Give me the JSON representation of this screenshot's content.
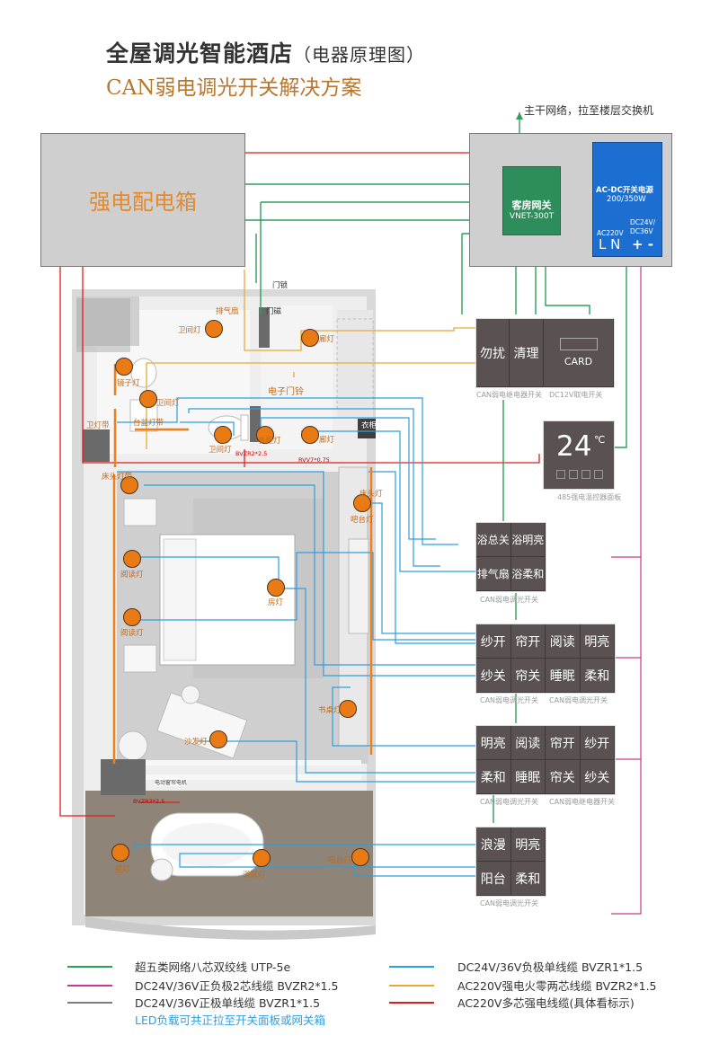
{
  "title": {
    "main": "全屋调光智能酒店",
    "sub": "（电器原理图）",
    "line2": "CAN弱电调光开关解决方案"
  },
  "backbone_label": "主干网络，拉至楼层交换机",
  "power_box": {
    "label": "强电配电箱"
  },
  "gateway": {
    "name": "客房网关",
    "model": "VNET-300T"
  },
  "psu": {
    "title": "AC-DC开关电源",
    "watt": "200/350W",
    "out": "DC24V/ DC36V",
    "in": "AC220V",
    "ln": "L N",
    "pm": "+ -"
  },
  "colors": {
    "utp": "#2e9e5b",
    "dc_neg": "#2f9ee0",
    "dc_pos2": "#c53a8e",
    "ac220": "#e8a838",
    "dc_pos1": "#7d7d7d",
    "ac_multi": "#e21c1c",
    "panel": "#5a5252",
    "bulb": "#ea7a14"
  },
  "panels": {
    "door": {
      "buttons": [
        "勿扰",
        "清理",
        "CARD"
      ],
      "caption1": "CAN弱电继电器开关",
      "caption2": "DC12V取电开关"
    },
    "thermostat": {
      "temp": "24",
      "unit": "℃",
      "caption": "485强电温控器面板"
    },
    "bath": {
      "buttons": [
        "浴总关",
        "浴明亮",
        "排气扇",
        "浴柔和"
      ],
      "caption": "CAN弱电调光开关"
    },
    "bed_left": {
      "buttons": [
        "纱开",
        "帘开",
        "阅读",
        "明亮",
        "纱关",
        "帘关",
        "睡眠",
        "柔和"
      ],
      "caption1": "CAN弱电调光开关",
      "caption2": "CAN弱电调光开关"
    },
    "bed_right": {
      "buttons": [
        "明亮",
        "阅读",
        "帘开",
        "纱开",
        "柔和",
        "睡眠",
        "帘关",
        "纱关"
      ],
      "caption1": "CAN弱电调光开关",
      "caption2": "CAN弱电继电器开关"
    },
    "balcony": {
      "buttons": [
        "浪漫",
        "明亮",
        "阳台",
        "柔和"
      ],
      "caption": "CAN弱电调光开关"
    }
  },
  "plan_labels": {
    "exhaust": "排气扇",
    "door_lock": "门锁",
    "door_mag": "门磁",
    "doorbell": "电子门铃",
    "toilet_light_top": "卫间灯",
    "mirror_light": "镜子灯",
    "toilet_light_mid": "卫间灯",
    "basin_strip": "台盆灯带",
    "toilet_light_low": "卫间灯",
    "toilet_strip": "卫灯带",
    "corridor_light": "廊灯",
    "corridor_light2": "廊灯",
    "closet_light": "衣柜灯",
    "wardrobe": "衣柜",
    "bedhead_strip": "床头灯带",
    "bedside_light": "床头灯",
    "reading_light1": "阅读灯",
    "reading_light2": "阅读灯",
    "room_light": "房灯",
    "desk_light": "书桌灯",
    "sofa_light": "沙发灯",
    "shelf_light": "吧台灯",
    "bath_light": "浴缸灯",
    "balcony_light": "阳台灯",
    "wall_light": "壁灯",
    "curtain_motor": "电动窗帘电机",
    "cable1": "BVZR2*2.5",
    "cable2": "RVV7*0.75",
    "cable3": "BVZR3*2.5"
  },
  "legend": [
    {
      "text": "超五类网络八芯双绞线  UTP-5e",
      "color": "#2e9e5b"
    },
    {
      "text": "DC24V/36V正负极2芯线缆 BVZR2*1.5",
      "color": "#c53a8e"
    },
    {
      "text": "DC24V/36V正极单线缆  BVZR1*1.5",
      "color": "#7d7d7d"
    },
    {
      "text": "DC24V/36V负极单线缆  BVZR1*1.5",
      "color": "#2f9ee0"
    },
    {
      "text": "AC220V强电火零两芯线缆  BVZR2*1.5",
      "color": "#e8a838"
    },
    {
      "text": "AC220V多芯强电线缆(具体看标示)",
      "color": "#e21c1c"
    }
  ],
  "legend_note": "LED负载可共正拉至开关面板或网关箱"
}
